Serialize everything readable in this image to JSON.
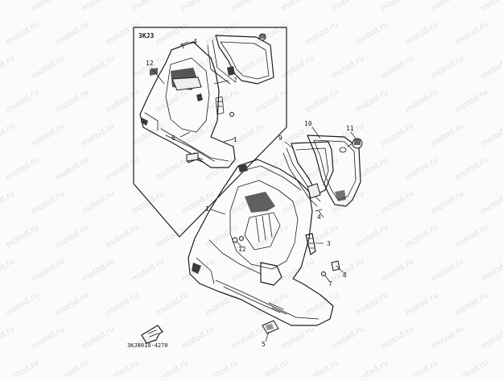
{
  "inset": {
    "title": "3KJ3"
  },
  "callouts": {
    "inset_part_4": "4",
    "inset_part_12": "12",
    "inset_part_2": "2",
    "inset_part_6": "6",
    "inset_part_1": "1",
    "part_9": "9",
    "part_10": "10",
    "part_11": "11",
    "part_1": "1",
    "part_4": "4",
    "part_12": "12",
    "part_3": "3",
    "part_8": "8",
    "part_7": "7",
    "part_5": "5"
  },
  "footer": {
    "diagram_code": "3KJ8010-4270"
  },
  "watermark": {
    "text": "motod.ru"
  }
}
